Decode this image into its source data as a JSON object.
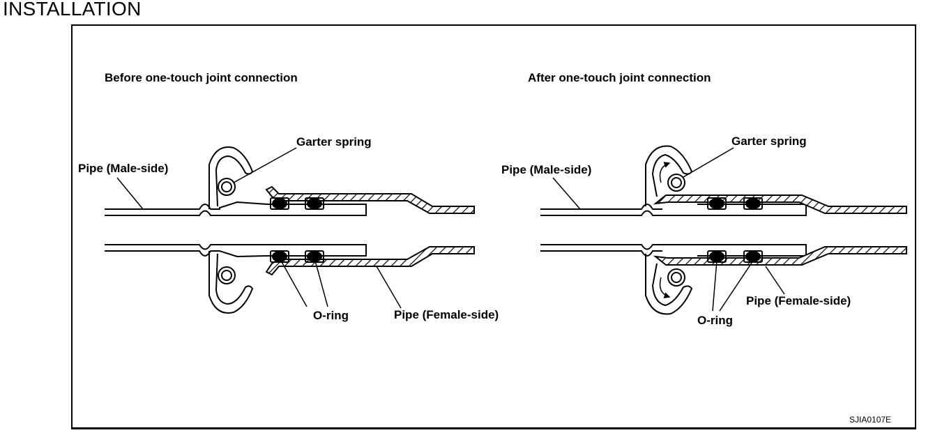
{
  "page": {
    "heading": "INSTALLATION"
  },
  "figure": {
    "code": "SJIA0107E",
    "before": {
      "caption": "Before one-touch joint connection",
      "labels": {
        "garter_spring": "Garter spring",
        "pipe_male": "Pipe (Male-side)",
        "o_ring": "O-ring",
        "pipe_female": "Pipe (Female-side)"
      }
    },
    "after": {
      "caption": "After one-touch joint connection",
      "labels": {
        "garter_spring": "Garter spring",
        "pipe_male": "Pipe (Male-side)",
        "o_ring": "O-ring",
        "pipe_female": "Pipe (Female-side)"
      }
    }
  }
}
